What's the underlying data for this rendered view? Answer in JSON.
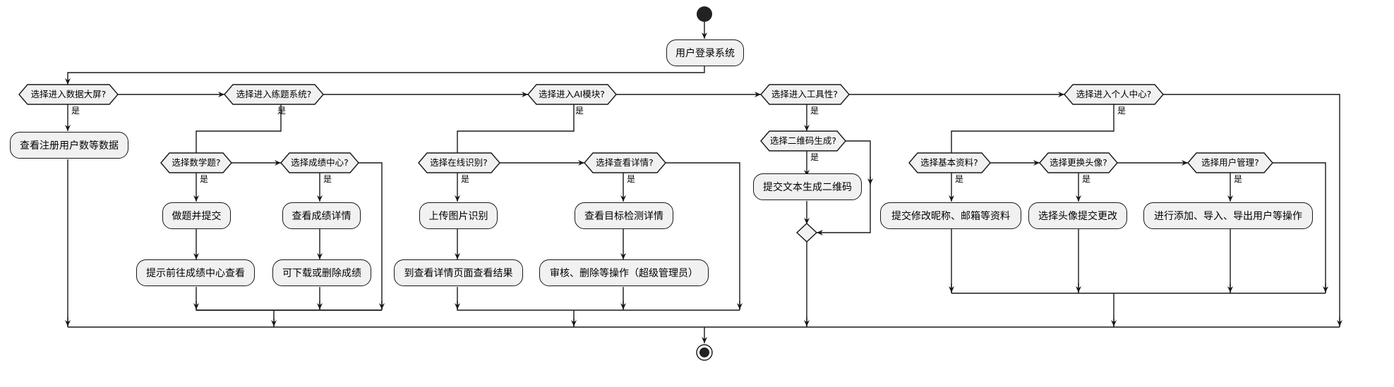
{
  "yes_label": "是",
  "actions": {
    "login": "用户登录系统",
    "view_register": "查看注册用户数等数据",
    "do_submit": "做题并提交",
    "hint_score_center": "提示前往成绩中心查看",
    "view_score_detail": "查看成绩详情",
    "download_delete_score": "可下载或删除成绩",
    "upload_image": "上传图片识别",
    "view_result": "到查看详情页面查看结果",
    "view_detect_detail": "查看目标检测详情",
    "audit_delete": "审核、删除等操作（超级管理员）",
    "submit_text_qr": "提交文本生成二维码",
    "edit_profile": "提交修改昵称、邮箱等资料",
    "change_avatar": "选择头像提交更改",
    "user_manage_ops": "进行添加、导入、导出用户等操作"
  },
  "decisions": {
    "dashboard": "选择进入数据大屏?",
    "practice": "选择进入练题系统?",
    "ai": "选择进入AI模块?",
    "tools": "选择进入工具性?",
    "personal": "选择进入个人中心?",
    "math": "选择数学题?",
    "score_center": "选择成绩中心?",
    "online_recog": "选择在线识别?",
    "view_details": "选择查看详情?",
    "qr": "选择二维码生成?",
    "basic_info": "选择基本资料?",
    "avatar": "选择更换头像?",
    "user_mgmt": "选择用户管理?"
  }
}
